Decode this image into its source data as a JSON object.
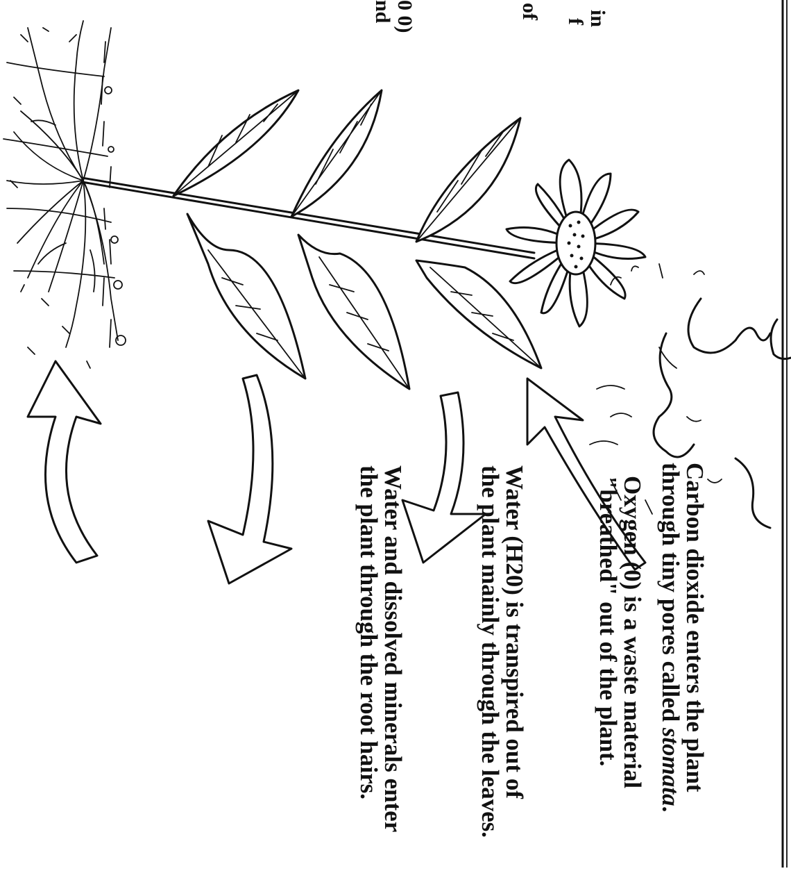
{
  "captions": {
    "carbon_dioxide": {
      "line1": "Carbon dioxide enters the plant",
      "line2_prefix": "through tiny pores called ",
      "line2_term": "stomata",
      "line2_suffix": "."
    },
    "oxygen": {
      "line1": "Oxygen (0) is a waste material",
      "line2": "\"breathed\" out of the plant."
    },
    "water_out": {
      "line1": "Water (H20) is transpired out of",
      "line2": "the plant mainly through the leaves."
    },
    "water_in": {
      "line1": "Water and dissolved minerals enter",
      "line2": "the plant through the root hairs."
    }
  },
  "edge_fragments": {
    "frag1": "in",
    "frag2": "f",
    "frag3": "of",
    "frag4": "0 0)",
    "frag5": "nd"
  },
  "icons": [
    "plant-illustration",
    "flower-icon",
    "roots-icon",
    "sun-glare-icon",
    "cloud-puff-icon",
    "curved-arrow-icon"
  ]
}
